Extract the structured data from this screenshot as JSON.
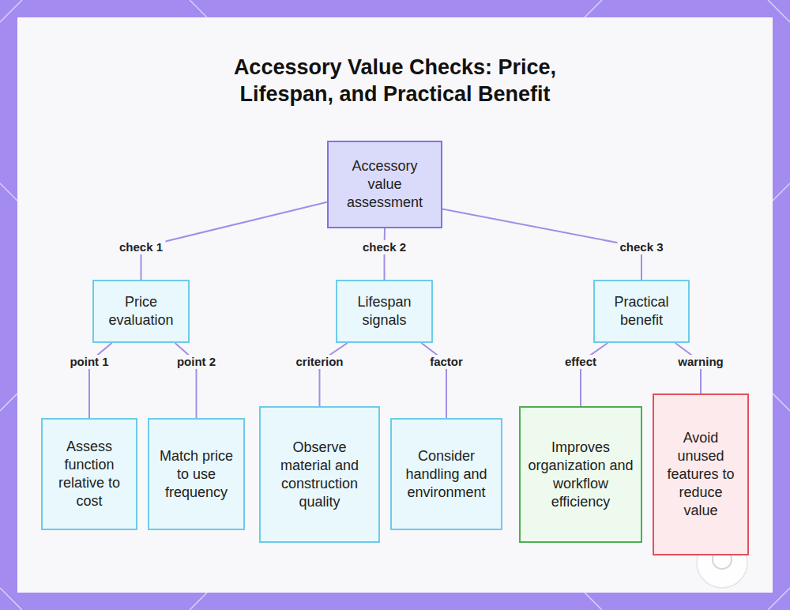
{
  "diagram": {
    "title": "Accessory Value Checks: Price, Lifespan, and Practical Benefit",
    "nodes": [
      {
        "text": [
          "Accessory value assessment"
        ]
      },
      {
        "text": [
          "Price evaluation"
        ]
      },
      {
        "text": [
          "Lifespan signals"
        ]
      },
      {
        "text": [
          "Practical benefit"
        ]
      },
      {
        "text": [
          "Assess function relative to cost"
        ]
      },
      {
        "text": [
          "Match price to use frequency"
        ]
      },
      {
        "text": [
          "Observe material and construction quality"
        ]
      },
      {
        "text": [
          "Consider handling and environment"
        ]
      },
      {
        "text": [
          "Improves organization and workflow efficiency"
        ]
      },
      {
        "text": [
          "Avoid unused features to reduce value"
        ]
      }
    ],
    "edges": [
      {
        "from": 0,
        "to": 1,
        "label": "check 1",
        "arrow": "none"
      },
      {
        "from": 0,
        "to": 2,
        "label": "check 2",
        "arrow": "none"
      },
      {
        "from": 0,
        "to": 3,
        "label": "check 3",
        "arrow": "none"
      },
      {
        "from": 1,
        "to": 4,
        "label": "point 1",
        "arrow": "none"
      },
      {
        "from": 1,
        "to": 5,
        "label": "point 2",
        "arrow": "none"
      },
      {
        "from": 2,
        "to": 6,
        "label": "criterion",
        "arrow": "none"
      },
      {
        "from": 2,
        "to": 7,
        "label": "factor",
        "arrow": "none"
      },
      {
        "from": 3,
        "to": 8,
        "label": "effect",
        "arrow": "none"
      },
      {
        "from": 3,
        "to": 9,
        "label": "warning",
        "arrow": "none"
      }
    ]
  }
}
